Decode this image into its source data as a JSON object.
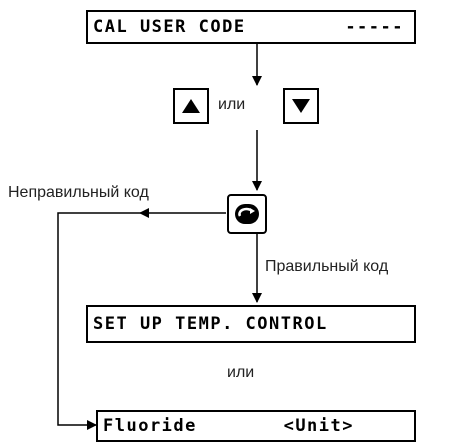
{
  "display_cal": {
    "left": "CAL USER CODE",
    "right": "-----"
  },
  "or_label_1": "или",
  "wrong_code_label": "Неправильный код",
  "right_code_label": "Правильный код",
  "display_setup": {
    "text": "SET UP TEMP. CONTROL"
  },
  "or_label_2": "или",
  "display_fluoride": {
    "left": "Fluoride",
    "right": "<Unit>"
  },
  "icons": {
    "up_key": "triangle-up-icon",
    "down_key": "triangle-down-icon",
    "enter_key": "circular-arrows-icon"
  },
  "colors": {
    "line": "#000000",
    "label": "#222222"
  }
}
